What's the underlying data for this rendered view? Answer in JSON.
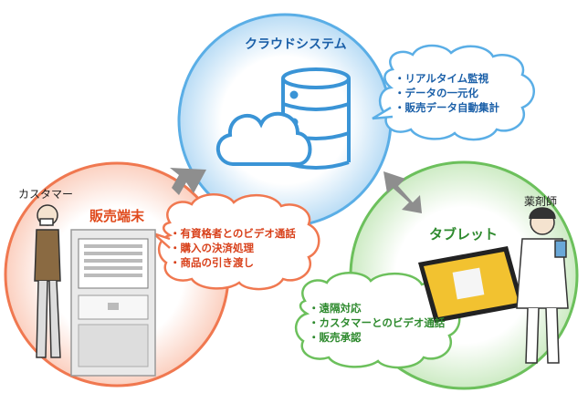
{
  "cloud": {
    "title": "クラウドシステム",
    "items": [
      "リアルタイム監視",
      "データの一元化",
      "販売データ自動集計"
    ]
  },
  "terminal": {
    "title": "販売端末",
    "items": [
      "有資格者とのビデオ通話",
      "購入の決済処理",
      "商品の引き渡し"
    ]
  },
  "tablet": {
    "title": "タブレット",
    "items": [
      "遠隔対応",
      "カスタマーとのビデオ通話",
      "販売承認"
    ]
  },
  "people": {
    "customer": "カスタマー",
    "pharmacist": "薬剤師"
  },
  "colors": {
    "cloud": "#5aaee6",
    "terminal": "#f07850",
    "tablet": "#6cc05c",
    "arrow": "#8e8e8e"
  }
}
